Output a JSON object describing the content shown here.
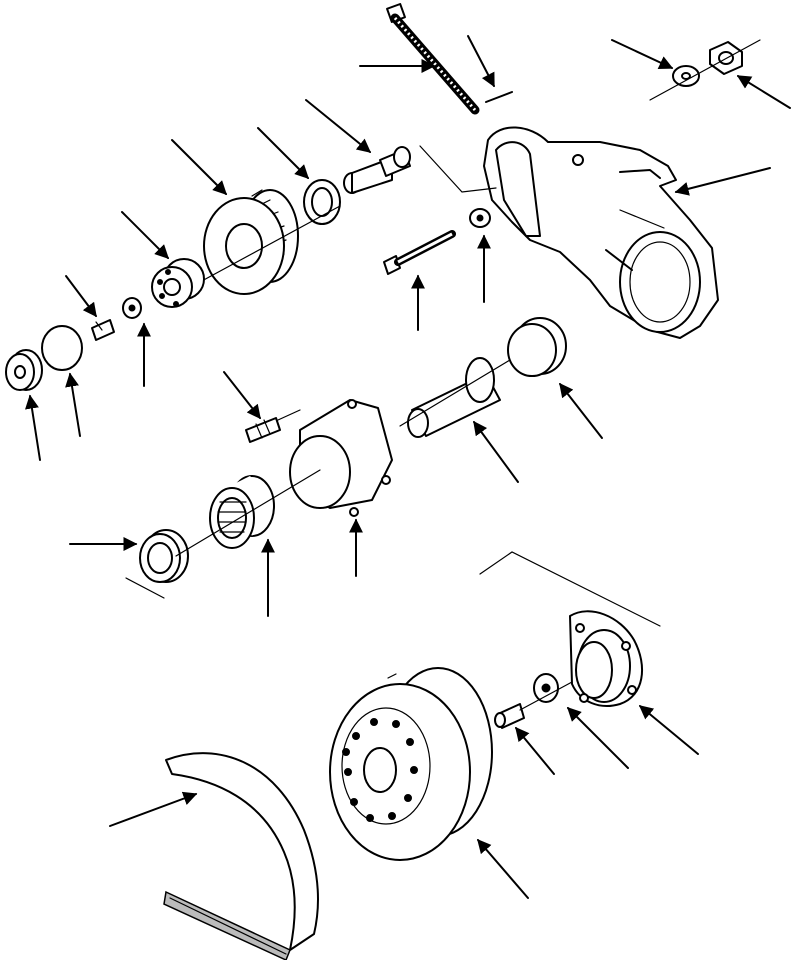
{
  "diagram": {
    "kind": "exploded-parts-view",
    "assembly": "belt-tensioner-and-pulley",
    "leader_count": 25,
    "labels": []
  },
  "colors": {
    "line": "#000000",
    "background": "#ffffff"
  }
}
